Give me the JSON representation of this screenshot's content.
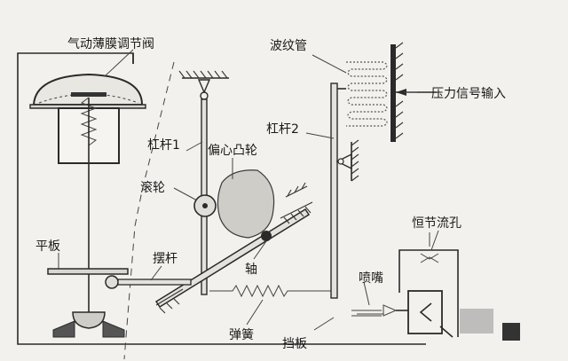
{
  "labels": {
    "diaphragm_valve": "气动薄膜调节阀",
    "bellows": "波纹管",
    "pressure_input": "压力信号输入",
    "lever1": "杠杆1",
    "lever2": "杠杆2",
    "cam": "偏心凸轮",
    "roller": "滚轮",
    "plate": "平板",
    "swing_rod": "摆杆",
    "shaft": "轴",
    "nozzle": "喷嘴",
    "orifice": "恒节流孔",
    "spring": "弹簧",
    "baffle": "挡板"
  }
}
